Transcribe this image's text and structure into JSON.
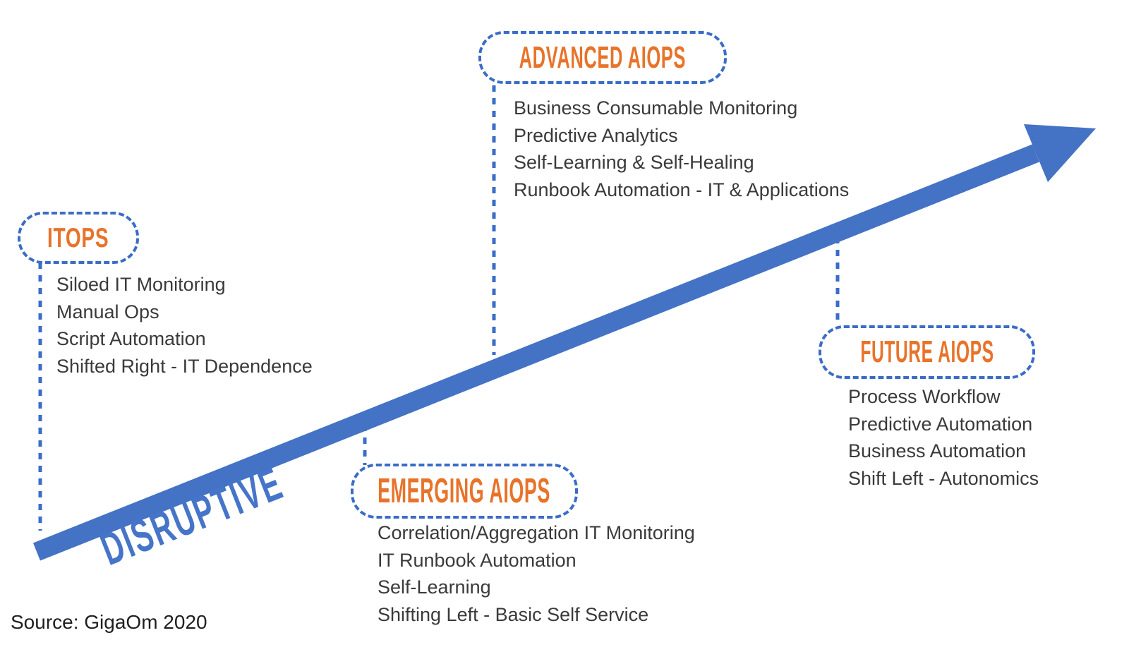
{
  "axis_label": "DISRUPTIVE",
  "source_caption": "Source: GigaOm 2020",
  "colors": {
    "arrow_blue": "#4472c4",
    "dotted_border_blue": "#3a6cc8",
    "stage_label_orange": "#e8732a",
    "body_text_gray": "#3a3a3a"
  },
  "stages": [
    {
      "label": "ITOPS",
      "items": [
        "Siloed IT Monitoring",
        "Manual Ops",
        "Script Automation",
        "Shifted Right - IT Dependence"
      ]
    },
    {
      "label": "EMERGING AIOPS",
      "items": [
        "Correlation/Aggregation IT Monitoring",
        "IT Runbook Automation",
        "Self-Learning",
        "Shifting Left - Basic Self Service"
      ]
    },
    {
      "label": "ADVANCED AIOPS",
      "items": [
        "Business Consumable Monitoring",
        "Predictive Analytics",
        "Self-Learning & Self-Healing",
        "Runbook Automation - IT & Applications"
      ]
    },
    {
      "label": "FUTURE AIOPS",
      "items": [
        "Process Workflow",
        "Predictive Automation",
        "Business Automation",
        "Shift Left - Autonomics"
      ]
    }
  ]
}
